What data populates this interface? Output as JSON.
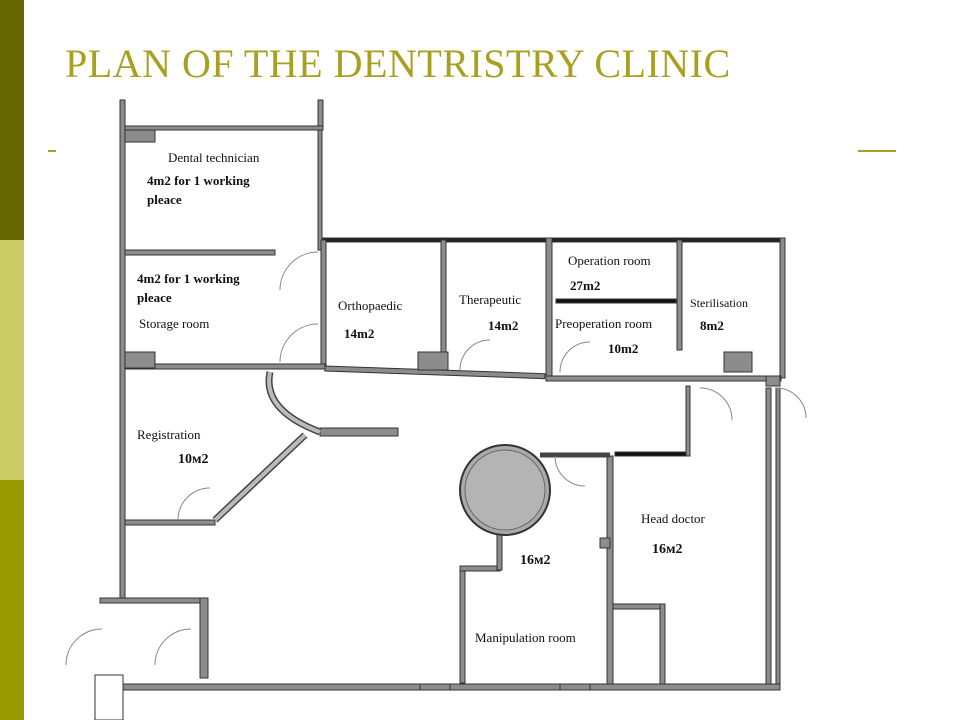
{
  "title": "PLAN OF THE DENTRISTRY CLINIC",
  "theme": {
    "bar_dark": "#666600",
    "bar_light": "#cccc66",
    "bar_mid": "#999900",
    "title_color": "#a8a020",
    "wall_fill": "#8c8c8c"
  },
  "rooms": {
    "dental_technician": {
      "name": "Dental technician",
      "note_line1": "4m2 for 1 working",
      "note_line2": "pleace"
    },
    "storage": {
      "name": "Storage room",
      "note_line1": "4m2 for 1 working",
      "note_line2": "pleace"
    },
    "orthopaedic": {
      "name": "Orthopaedic",
      "area": "14m2"
    },
    "therapeutic": {
      "name": "Therapeutic",
      "area": "14m2"
    },
    "operation": {
      "name": "Operation room",
      "area": "27m2"
    },
    "preoperation": {
      "name": "Preoperation room",
      "area": "10m2"
    },
    "sterilisation": {
      "name": "Sterilisation",
      "area": "8m2"
    },
    "registration": {
      "name": "Registration",
      "area": "10м2"
    },
    "head_doctor": {
      "name": "Head doctor",
      "area": "16м2"
    },
    "manipulation": {
      "name": "Manipulation room",
      "area": "16м2"
    }
  }
}
